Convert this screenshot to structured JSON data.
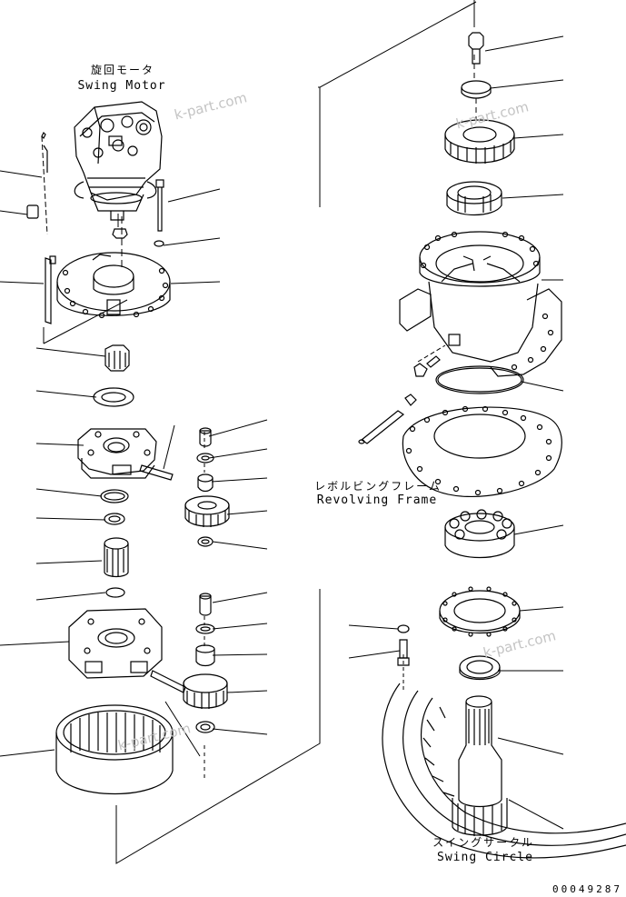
{
  "labels": {
    "swing_motor_jp": "旋回モータ",
    "swing_motor_en": "Swing Motor",
    "revolving_frame_jp": "レボルビングフレーム",
    "revolving_frame_en": "Revolving Frame",
    "swing_circle_jp": "スイングサークル",
    "swing_circle_en": "Swing Circle"
  },
  "watermark": "k-part.com",
  "drawing_number": "00049287",
  "colors": {
    "line": "#000000",
    "watermark": "#c4c4c4",
    "background": "#ffffff"
  }
}
